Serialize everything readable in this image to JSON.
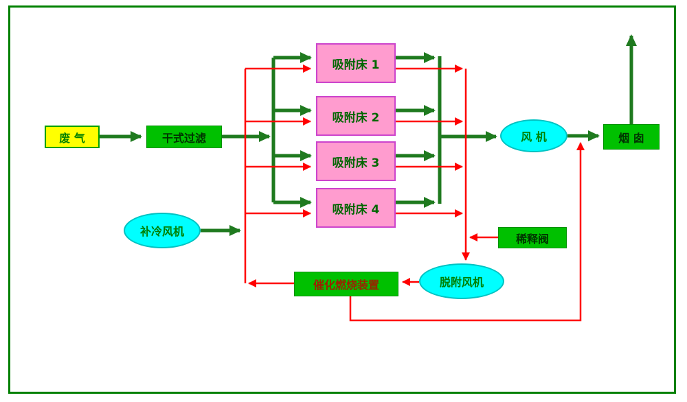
{
  "diagram": {
    "type": "process-flow",
    "nodes": {
      "waste_gas": "废 气",
      "dry_filter": "干式过滤",
      "adsorption_bed_1": "吸附床 1",
      "adsorption_bed_2": "吸附床 2",
      "adsorption_bed_3": "吸附床 3",
      "adsorption_bed_4": "吸附床 4",
      "fan": "风 机",
      "chimney": "烟 囱",
      "cooling_fan": "补冷风机",
      "dilution_valve": "稀释阀",
      "desorption_fan": "脱附风机",
      "catalytic_burner": "催化燃烧装置"
    },
    "colors": {
      "frame_border": "#008000",
      "main_flow_arrow": "#1f7a1f",
      "regeneration_flow_arrow": "#ff0000",
      "waste_gas_fill": "#ffff00",
      "green_box_fill": "#00c000",
      "bed_fill": "#ff9ccf",
      "bed_border": "#cc44cc",
      "ellipse_fill": "#00ffff",
      "burner_text": "#992400"
    }
  }
}
